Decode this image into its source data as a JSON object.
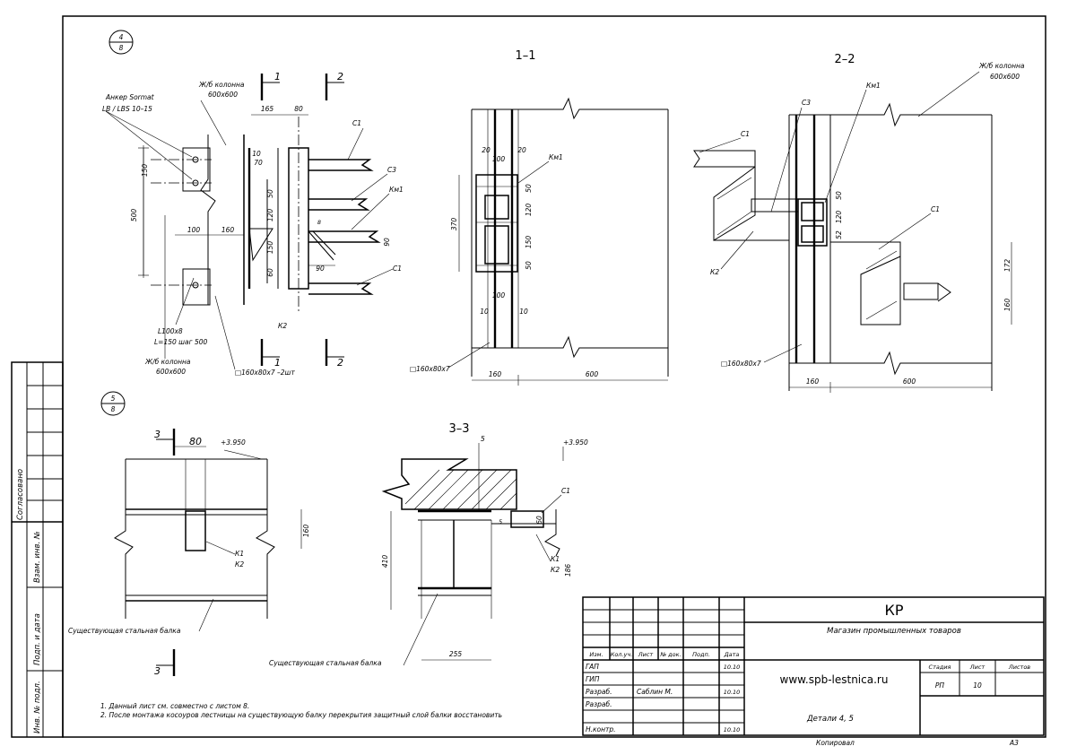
{
  "views": {
    "detail4": {
      "num": "4",
      "sheet": "8"
    },
    "detail5": {
      "num": "5",
      "sheet": "8"
    },
    "section_1_1": "1–1",
    "section_2_2": "2–2",
    "section_3_3": "3–3",
    "cut1": "1",
    "cut2": "2",
    "cut3": "3"
  },
  "labels": {
    "anchor_line1": "Анкер Sormat",
    "anchor_line2": "LB / LBS 10–15",
    "column": "Ж/б колонна",
    "column_size": "600х600",
    "angle": "L100х8",
    "angle_len": "L=150 шаг 500",
    "tube2": "□160х80х7 –2шт",
    "tube": "□160х80х7",
    "c1": "С1",
    "c3": "С3",
    "km1": "Км1",
    "k1": "К1",
    "k2": "К2",
    "beam": "Существующая стальная балка",
    "elev": "+3.950"
  },
  "dims": {
    "d165": "165",
    "d80": "80",
    "d10": "10",
    "d70": "70",
    "d150": "150",
    "d500": "500",
    "d100": "100",
    "d160": "160",
    "d60": "60",
    "d90": "90",
    "d8": "8",
    "d20": "20",
    "d370": "370",
    "d120": "120",
    "d50": "50",
    "d600": "600",
    "d52": "52",
    "d172": "172",
    "d410": "410",
    "d255": "255",
    "d5": "5",
    "d186": "186"
  },
  "notes": {
    "n1": "1. Данный лист см. совместно с листом 8.",
    "n2": "2. После монтажа косоуров лестницы на существующую балку перекрытия защитный слой балки восстановить"
  },
  "side_stamp": {
    "agreed": "Согласовано",
    "inv_sub": "Взам. инв. №",
    "sign_date": "Подп. и дата",
    "inv_orig": "Инв. № подл."
  },
  "title_block": {
    "code": "КР",
    "project": "Магазин промышленных товаров",
    "website": "www.spb-lestnica.ru",
    "drawing": "Детали 4, 5",
    "col_headers": [
      "Изм.",
      "Кол.уч.",
      "Лист",
      "№ док.",
      "Подп.",
      "Дата"
    ],
    "rows": [
      {
        "role": "ГАП",
        "name": "",
        "date": "10.10"
      },
      {
        "role": "ГИП",
        "name": "",
        "date": ""
      },
      {
        "role": "Разраб.",
        "name": "Саблин М.",
        "date": "10.10"
      },
      {
        "role": "Разраб.",
        "name": "",
        "date": ""
      },
      {
        "role": "",
        "name": "",
        "date": ""
      },
      {
        "role": "Н.контр.",
        "name": "",
        "date": "10.10"
      }
    ],
    "stage_label": "Стадия",
    "sheet_label": "Лист",
    "sheets_label": "Листов",
    "stage": "РП",
    "sheet": "10",
    "sheets": "",
    "copied": "Копировал",
    "format": "А3"
  }
}
